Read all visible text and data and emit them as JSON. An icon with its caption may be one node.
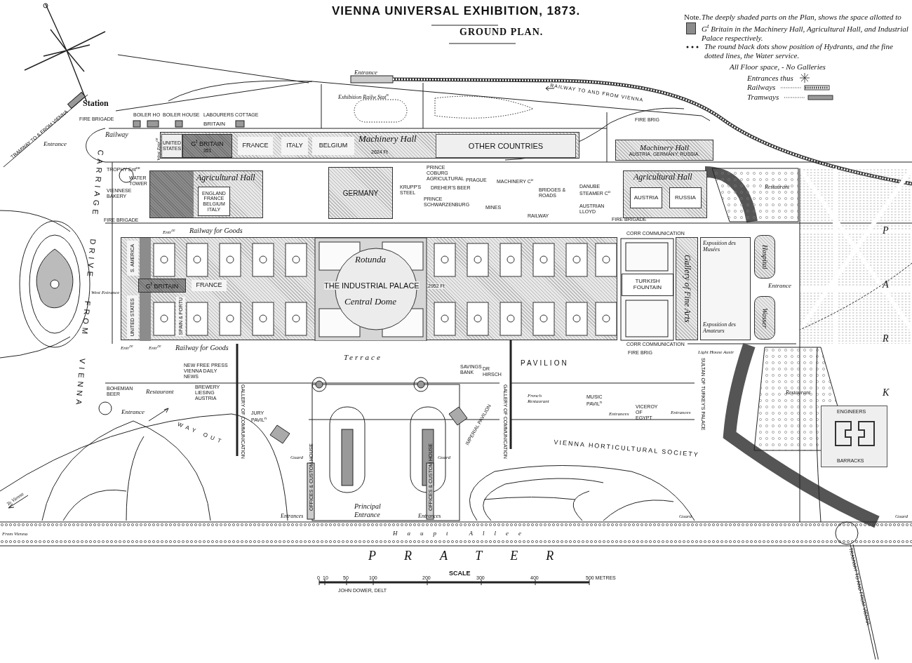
{
  "diagram": {
    "title": "VIENNA UNIVERSAL EXHIBITION, 1873.",
    "nodes": [
      {
        "text": [
          "Machinery Hall",
          "2624 Ft"
        ]
      },
      {
        "text": [
          "UNITED STATES"
        ],
        "in": 0
      },
      {
        "text": [
          "G$^{t}$ BRITAIN",
          "351"
        ],
        "in": 0
      },
      {
        "text": [
          "FRANCE"
        ],
        "in": 0
      },
      {
        "text": [
          "ITALY"
        ],
        "in": 0
      },
      {
        "text": [
          "BELGIUM"
        ],
        "in": 0
      },
      {
        "text": [
          "OTHER COUNTRIES"
        ],
        "in": 0
      },
      {
        "text": [
          "Machinery Hall",
          "AUSTRIA, GERMANY, RUSSIA."
        ]
      },
      {
        "text": [
          "Agricultural Hall"
        ]
      },
      {
        "text": [
          "ENGLAND FRANCE BELGIUM ITALY"
        ],
        "in": 8
      },
      {
        "text": [
          "GERMANY"
        ]
      },
      {
        "text": [
          "Agricultural Hall"
        ]
      },
      {
        "text": [
          "AUSTRIA"
        ],
        "in": 11
      },
      {
        "text": [
          "RUSSIA"
        ],
        "in": 11
      },
      {
        "text": [
          "Rotunda",
          "THE INDUSTRIAL PALACE",
          "2952 Ft",
          "Central Dome"
        ]
      },
      {
        "text": [
          "S. AMERICA"
        ],
        "in": 14
      },
      {
        "text": [
          "G$^{t}$ BRITAIN"
        ],
        "in": 14
      },
      {
        "text": [
          "FRANCE"
        ],
        "in": 14
      },
      {
        "text": [
          "UNITED STATES"
        ],
        "in": 14
      },
      {
        "text": [
          "SPAIN & PORTU"
        ],
        "in": 14
      },
      {
        "text": [
          "TURKISH FOUNTAIN"
        ]
      },
      {
        "text": [
          "Gallery of Fine Arts"
        ]
      },
      {
        "text": [
          "Exposition des Musées",
          "Exposition des Amateurs"
        ]
      },
      {
        "text": [
          "Hospital"
        ]
      },
      {
        "text": [
          "Wasser"
        ]
      },
      {
        "text": [
          "ENGINEERS",
          "BARRACKS"
        ]
      }
    ],
    "labels": [
      "GROUND PLAN.",
      "Note.",
      "All Floor space, - No Galleries",
      "Station",
      "TRAMWAY TO & FROM VIENNA",
      "Entrance",
      "Exhibition Railw Stat$^{n}$",
      "RAILWAY TO AND FROM VIENNA",
      "FIRE BRIGADE",
      "BOILER HO",
      "BOILER HOUSE",
      "LABOURERS COTTAGE",
      "BRITAIN",
      "FIRE BRIG",
      "Railway",
      "Entrance",
      "West Entr$^{ce}$",
      "CARRIAGE DRIVE FROM VIENNA",
      "TROPHY Ent$^{ce}$",
      "WATER TOWER",
      "VIENNESE BAKERY",
      "FIRE BRIGADE",
      "PRINCE COBURG AGRICULTURAL",
      "DREHER'S BEER",
      "PRINCE SCHWARZENBURG",
      "KRUPP'S STEEL",
      "PRAGUE",
      "MACHINERY C$^{o}$",
      "MINES",
      "BRIDGES & ROADS",
      "RAILWAY",
      "DANUBE STEAMER C$^{o}$",
      "AUSTRIAN LLOYD",
      "FIRE BRIGADE",
      "Railway for Goods",
      "Entr$^{ce}$",
      "CORR COMMUNICATION",
      "West Entrance",
      "CORR COMMUNICATION",
      "Entr$^{ce}$",
      "Entr$^{ce}$",
      "Railway for Goods",
      "Terrace",
      "NEW FREE PRESS VIENNA DAILY NEWS",
      "BOHEMIAN BEER",
      "Restaurant",
      "BREWERY LIESING AUSTRIA",
      "Entrance",
      "WAY OUT",
      "To Vienna",
      "JURY PAVIL$^{n}$",
      "GALLERY OF COMMUNICATION",
      "GALLERY OF COMMUNICATION",
      "IMPERIAL PAVILION",
      "SAVINGS BANK",
      "DR HIRSCH",
      "PAVILION",
      "FIRE BRIG",
      "Light House Austr",
      "SULTAN OF TURKEY'S PALACE",
      "French Restaurant",
      "MUSIC PAVIL$^{n}$",
      "VICEROY OF EGYPT",
      "Entrances",
      "Entrances",
      "VIENNA HORTICULTURAL SOCIETY",
      "Restaurant",
      "Restaurant",
      "PARK",
      "Entrance",
      "Guard",
      "Guard",
      "Guard",
      "Guard",
      "OFFICES & CUSTOM HOUSE",
      "OFFICES & CUSTOM HOUSE",
      "Entrances",
      "Principal Entrance",
      "Entrances",
      "From Vienna",
      "Haupt Allee",
      "PRATER",
      "SCALE",
      "0",
      "10",
      "50",
      "100",
      "200",
      "300",
      "400",
      "500 METRES",
      "JOHN DOWER, DELT",
      "TRAMWAY TO AND FROM VIENNA"
    ],
    "legend": [
      {
        "text": "The deeply shaded parts on the Plan, shows the space allotted to G$^{t}$ Britain in the Machinery Hall, Agricultural Hall, and Industrial Palace respectively.",
        "color": "#8c8c8c"
      },
      {
        "text": "The round black dots show position of Hydrants, and the fine dotted lines, the Water service."
      },
      {
        "text": "Entrances thus"
      },
      {
        "text": "Railways"
      },
      {
        "text": "Tramways"
      }
    ]
  }
}
